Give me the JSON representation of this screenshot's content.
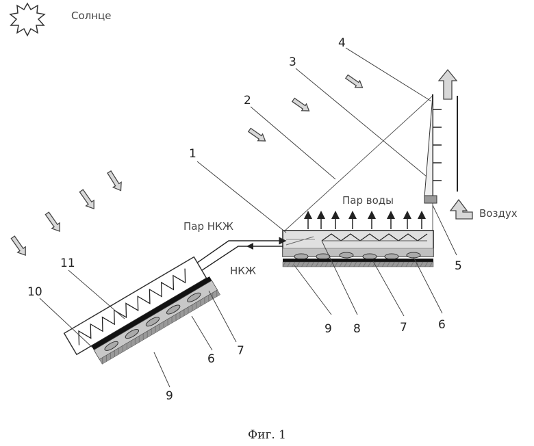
{
  "texts": {
    "sun": "Солнце",
    "air": "Воздух",
    "water_steam": "Пар воды",
    "hcl_steam": "Пар НКЖ",
    "hcl": "НКЖ",
    "caption": "Фиг. 1"
  },
  "labels": {
    "n1": "1",
    "n2": "2",
    "n3": "3",
    "n4": "4",
    "n5": "5",
    "n6a": "6",
    "n6b": "6",
    "n7a": "7",
    "n7b": "7",
    "n8": "8",
    "n9a": "9",
    "n9b": "9",
    "n10": "10",
    "n11": "11"
  }
}
